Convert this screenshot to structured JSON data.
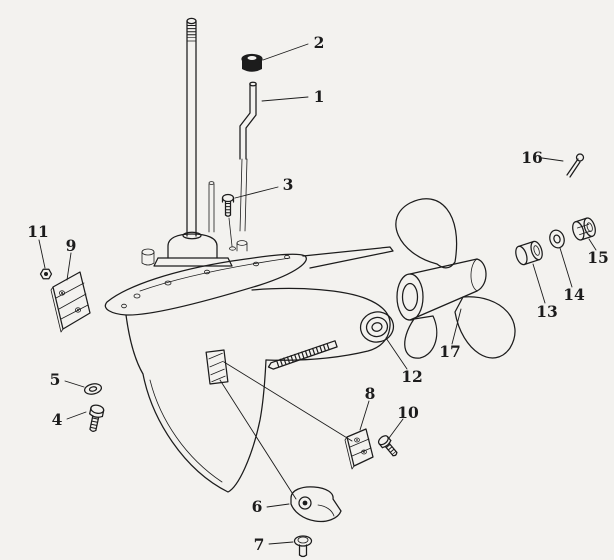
{
  "figure": {
    "kind": "exploded-parts-diagram",
    "colors": {
      "paper": "#f3f2ef",
      "ink": "#1c1c1c"
    },
    "callouts": [
      {
        "label": "1"
      },
      {
        "label": "2"
      },
      {
        "label": "3"
      },
      {
        "label": "4"
      },
      {
        "label": "5"
      },
      {
        "label": "6"
      },
      {
        "label": "7"
      },
      {
        "label": "8"
      },
      {
        "label": "9"
      },
      {
        "label": "10"
      },
      {
        "label": "11"
      },
      {
        "label": "12"
      },
      {
        "label": "13"
      },
      {
        "label": "14"
      },
      {
        "label": "15"
      },
      {
        "label": "16"
      },
      {
        "label": "17"
      }
    ]
  }
}
